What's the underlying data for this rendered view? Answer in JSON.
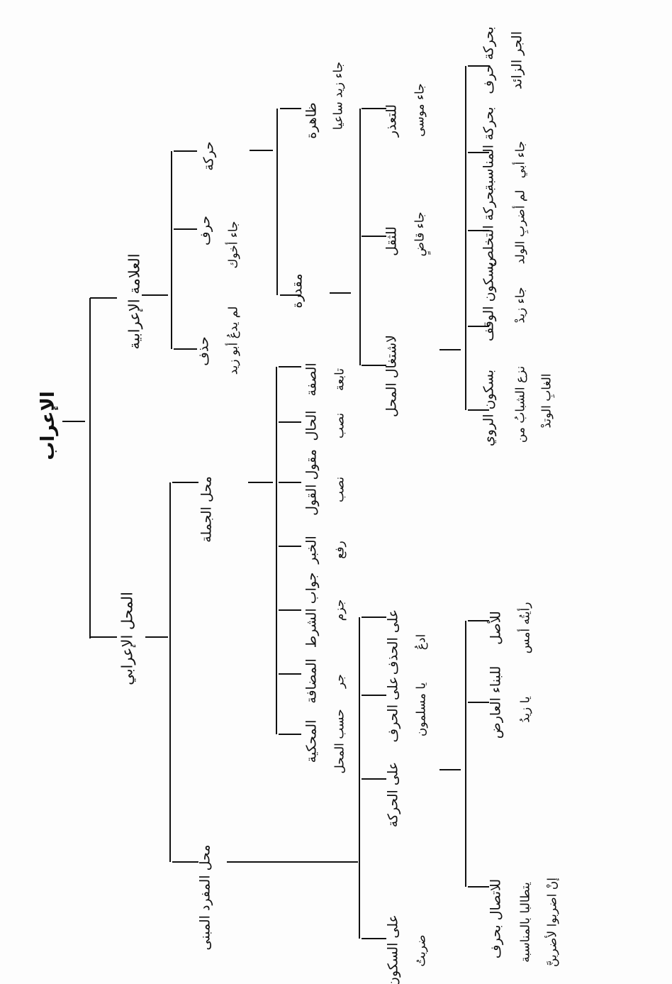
{
  "root": "الإعراب",
  "alamah": {
    "label": "العلامة الإعرابية",
    "haraka": {
      "label": "حركة",
      "zahira": {
        "label": "ظاهرة",
        "example": "جاء زيد ساعيا"
      },
      "muqaddara": {
        "label": "مقدرة",
        "items": [
          {
            "label": "للتعذر",
            "example": "جاء موسى"
          },
          {
            "label": "للثقل",
            "example": "جاء قاضٍ"
          },
          {
            "label": "لاشتغال المحل"
          }
        ],
        "ishtighal_items": [
          {
            "label": "بحركة حرف",
            "label2": "الجر الزائد"
          },
          {
            "label": "بحركة المناسبة",
            "example": "جاء أبي"
          },
          {
            "label": "بحركة التخلص",
            "example": "لم أضربِ الولد"
          },
          {
            "label": "بسكون الوقف",
            "example": "جاء زيدْ"
          },
          {
            "label": "بسكون الروي",
            "example": "نزع الشبابُ من",
            "example2": "الغابِ الوتدْ"
          }
        ]
      }
    },
    "harf": {
      "label": "حرف",
      "example": "جاء أخوك"
    },
    "hadhf": {
      "label": "حذف",
      "example": "لم يدعُ أبو زيد"
    }
  },
  "mahall": {
    "label": "المحل الإعرابي",
    "jumla": {
      "label": "محل الجملة",
      "items": [
        {
          "label": "الصفة",
          "example": "تابعة"
        },
        {
          "label": "الحال",
          "example": "نصب"
        },
        {
          "label": "مقول القول",
          "example": "نصب"
        },
        {
          "label": "الخبر",
          "example": "رفع"
        },
        {
          "label": "جواب الشرط",
          "example": "جزم"
        },
        {
          "label": "المضافة",
          "example": "جر"
        },
        {
          "label": "المحكية",
          "example": "حسب المحل"
        }
      ]
    },
    "mufrad": {
      "label": "محل المفرد المبنى",
      "items": [
        {
          "label": "على الحذف",
          "example": "ادعُ"
        },
        {
          "label": "على الحرف",
          "example": "يا مسلمون"
        },
        {
          "label": "على الحركة"
        },
        {
          "label": "على السكون",
          "example": "ضربتُ"
        }
      ],
      "haraka_items": [
        {
          "label": "للأصل",
          "example": "رأيتُه أمس"
        },
        {
          "label": "للبناء العارض",
          "example": "يا زيدُ"
        },
        {
          "label": "للاتصال بحرف",
          "example": "يتطالبا بالمناسبة",
          "example2": "إنْ اضربوا لأضربنَّ"
        }
      ]
    }
  }
}
